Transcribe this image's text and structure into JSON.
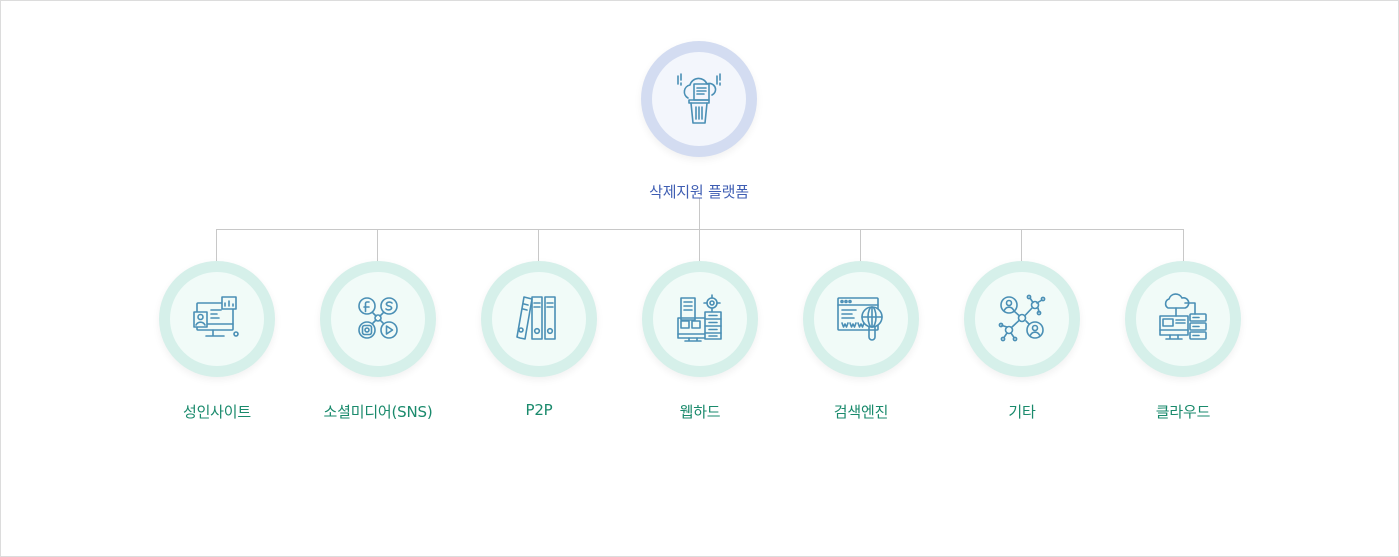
{
  "root": {
    "label": "삭제지원 플랫폼",
    "icon": "cloud-trash-icon"
  },
  "children": [
    {
      "label": "성인사이트",
      "icon": "computer-user-icon"
    },
    {
      "label": "소셜미디어(SNS)",
      "icon": "social-media-icon"
    },
    {
      "label": "P2P",
      "icon": "binders-icon"
    },
    {
      "label": "웹하드",
      "icon": "web-server-icon"
    },
    {
      "label": "검색엔진",
      "icon": "search-browser-icon"
    },
    {
      "label": "기타",
      "icon": "network-users-icon"
    },
    {
      "label": "클라우드",
      "icon": "cloud-server-icon"
    }
  ],
  "colors": {
    "root_ring": "#d3dcf1",
    "child_ring": "#d6f0ea",
    "root_text": "#3f5eb3",
    "child_text": "#1a8a6c",
    "icon_stroke": "#4a8fb5",
    "connector": "#c8c8c8"
  }
}
